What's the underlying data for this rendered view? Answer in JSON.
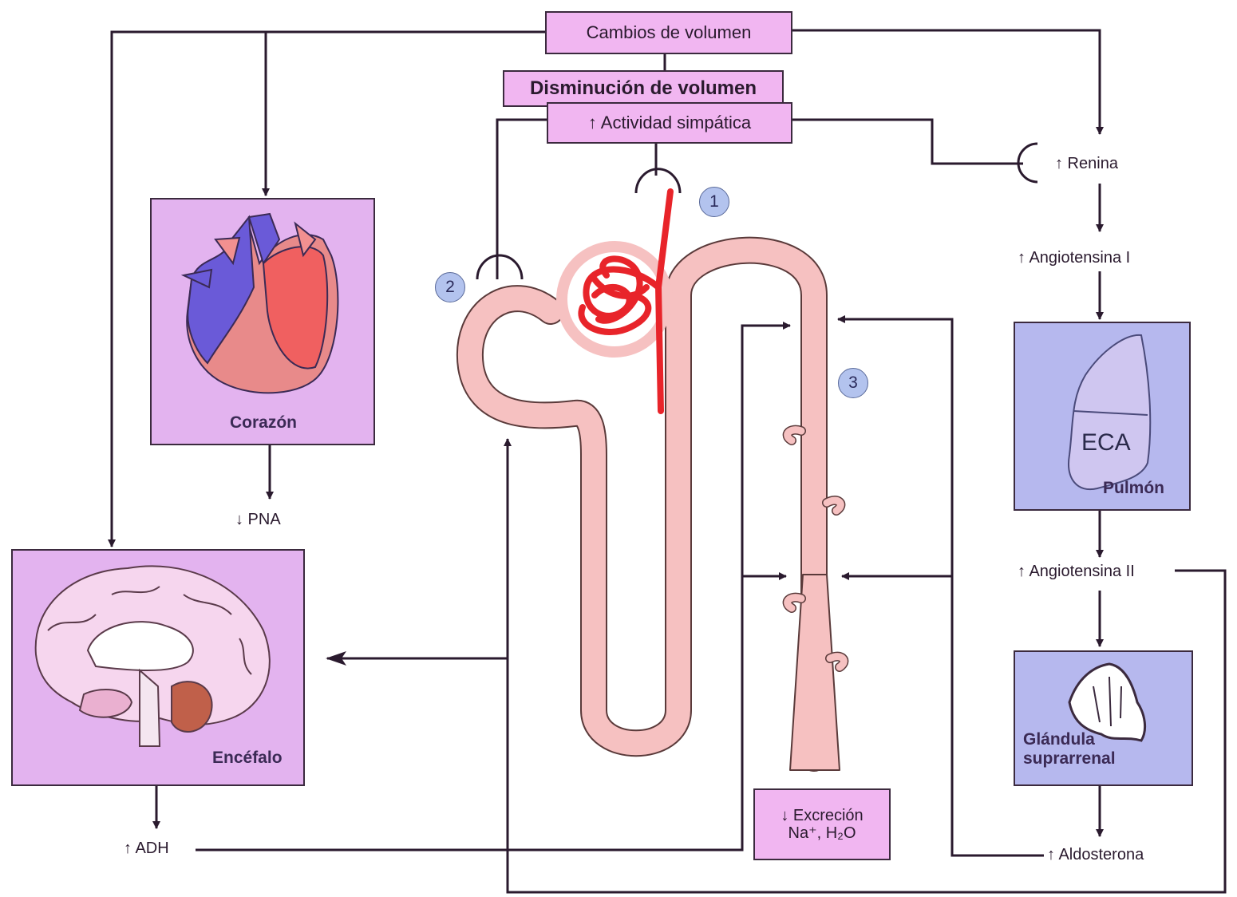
{
  "top": {
    "volume_changes": "Cambios de volumen",
    "volume_decrease": "Disminución de volumen",
    "sympathetic_activity": "↑ Actividad simpática"
  },
  "organs": {
    "heart": "Corazón",
    "brain": "Encéfalo",
    "lung": "Pulmón",
    "lung_enzyme": "ECA",
    "adrenal_line1": "Glándula",
    "adrenal_line2": "suprarrenal"
  },
  "hormones": {
    "renin": "↑ Renina",
    "angiotensin1": "↑ Angiotensina I",
    "angiotensin2": "↑ Angiotensina II",
    "aldosterone": "↑ Aldosterona",
    "anp": "↓ PNA",
    "adh": "↑ ADH"
  },
  "excretion": {
    "line1": "↓ Excreción",
    "line2": "Na⁺, H₂O"
  },
  "markers": [
    "1",
    "2",
    "3"
  ],
  "colors": {
    "box_fill": "#f1b6f1",
    "panel_violet": "#e3b3ef",
    "panel_blue": "#b6b8ee",
    "nephron": "#f6c1c1",
    "capillary": "#e8242a",
    "marker": "#b3c3ee"
  }
}
